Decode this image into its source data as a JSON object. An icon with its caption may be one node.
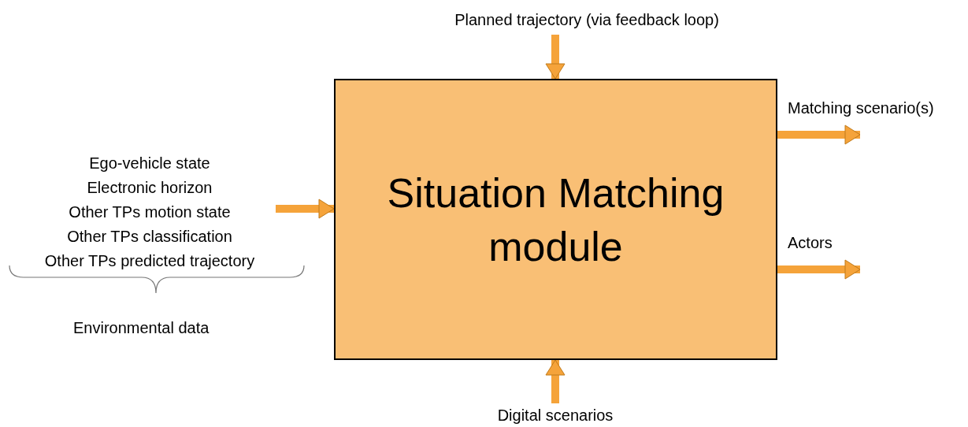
{
  "diagram": {
    "nodes": [
      {
        "text": [
          "Planned trajectory (via feedback loop)"
        ]
      },
      {
        "text": [
          "Ego-vehicle state",
          "Electronic horizon",
          "Other TPs motion state",
          "Other TPs classification",
          "Other TPs predicted trajectory"
        ]
      },
      {
        "text": [
          "Situation Matching module"
        ]
      },
      {
        "text": [
          "Digital scenarios"
        ]
      }
    ],
    "edges": [
      {
        "from": 0,
        "to": 2,
        "arrow": "to"
      },
      {
        "from": 1,
        "to": 2,
        "arrow": "to"
      },
      {
        "from": 2,
        "to": null,
        "arrow": "to",
        "label": "Matching scenario(s)"
      },
      {
        "from": 2,
        "to": null,
        "arrow": "to",
        "label": "Actors"
      },
      {
        "from": 3,
        "to": 2,
        "arrow": "to"
      }
    ],
    "labels": [
      "Environmental data"
    ]
  }
}
